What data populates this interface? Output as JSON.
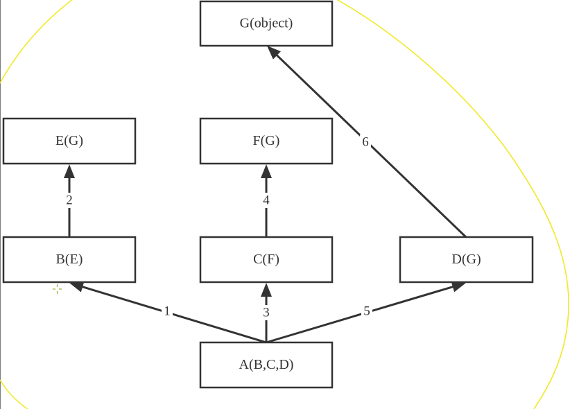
{
  "diagram": {
    "nodes": [
      {
        "id": "G",
        "label": "G(object)"
      },
      {
        "id": "E",
        "label": "E(G)"
      },
      {
        "id": "F",
        "label": "F(G)"
      },
      {
        "id": "B",
        "label": "B(E)"
      },
      {
        "id": "C",
        "label": "C(F)"
      },
      {
        "id": "D",
        "label": "D(G)"
      },
      {
        "id": "A",
        "label": "A(B,C,D)"
      }
    ],
    "edges": [
      {
        "from": "A",
        "to": "B",
        "label": "1"
      },
      {
        "from": "B",
        "to": "E",
        "label": "2"
      },
      {
        "from": "A",
        "to": "C",
        "label": "3"
      },
      {
        "from": "C",
        "to": "F",
        "label": "4"
      },
      {
        "from": "A",
        "to": "D",
        "label": "5"
      },
      {
        "from": "D",
        "to": "G",
        "label": "6"
      }
    ],
    "colors": {
      "stroke": "#333333",
      "highlight": "#f0e92a",
      "cursor": "#9ab030",
      "background": "#ffffff"
    }
  }
}
